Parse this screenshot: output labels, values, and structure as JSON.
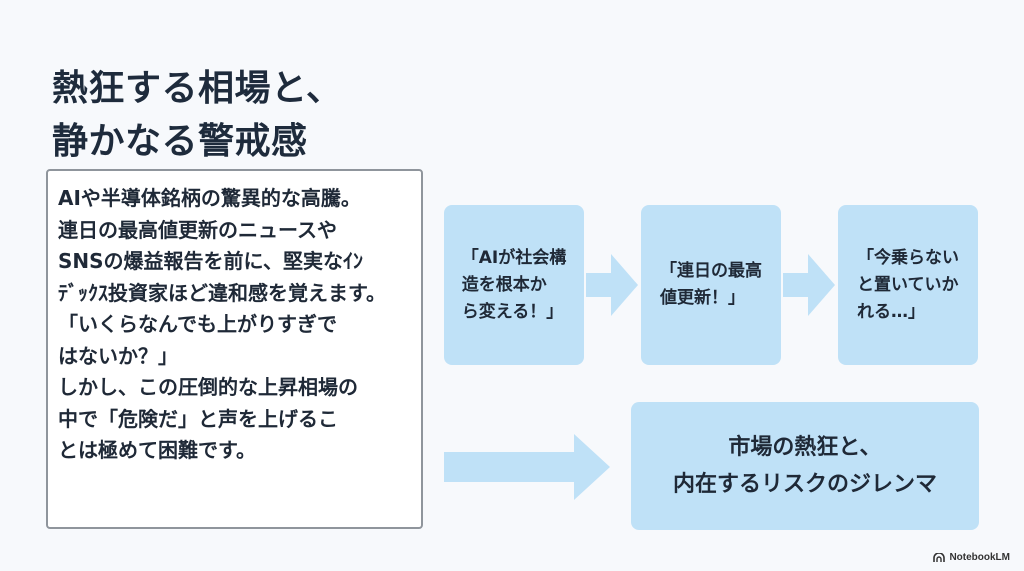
{
  "title": {
    "lines": [
      "熱狂する相場と、",
      "静かなる警戒感"
    ]
  },
  "body": {
    "lines": [
      "AIや半導体銘柄の驚異的な高騰。",
      "連日の最高値更新のニュースや",
      "SNSの爆益報告を前に、堅実なｲﾝ",
      "ﾃﾞｯｸｽ投資家ほど違和感を覚えます。",
      "「いくらなんでも上がりすぎで",
      "はないか？」",
      "しかし、この圧倒的な上昇相場の",
      "中で「危険だ」と声を上げるこ",
      "とは極めて困難です。"
    ]
  },
  "flow": {
    "box1": {
      "lines": [
        "「AIが社会構",
        "造を根本か",
        "ら変える！」"
      ]
    },
    "box2": {
      "lines": [
        "「連日の最高",
        "値更新！」"
      ]
    },
    "box3": {
      "lines": [
        "「今乗らない",
        "と置いていか",
        "れる…」"
      ]
    },
    "conclusion": {
      "lines": [
        "市場の熱狂と、",
        "内在するリスクのジレンマ"
      ]
    }
  },
  "colors": {
    "box_fill": "#bfe1f7",
    "arrow_fill": "#bfe1f7",
    "title_text": "#1e2b3c",
    "border": "#8f959c"
  },
  "icons": [
    "right-arrow-icon",
    "notebooklm-logo-icon"
  ],
  "watermark": {
    "label": "NotebookLM"
  }
}
